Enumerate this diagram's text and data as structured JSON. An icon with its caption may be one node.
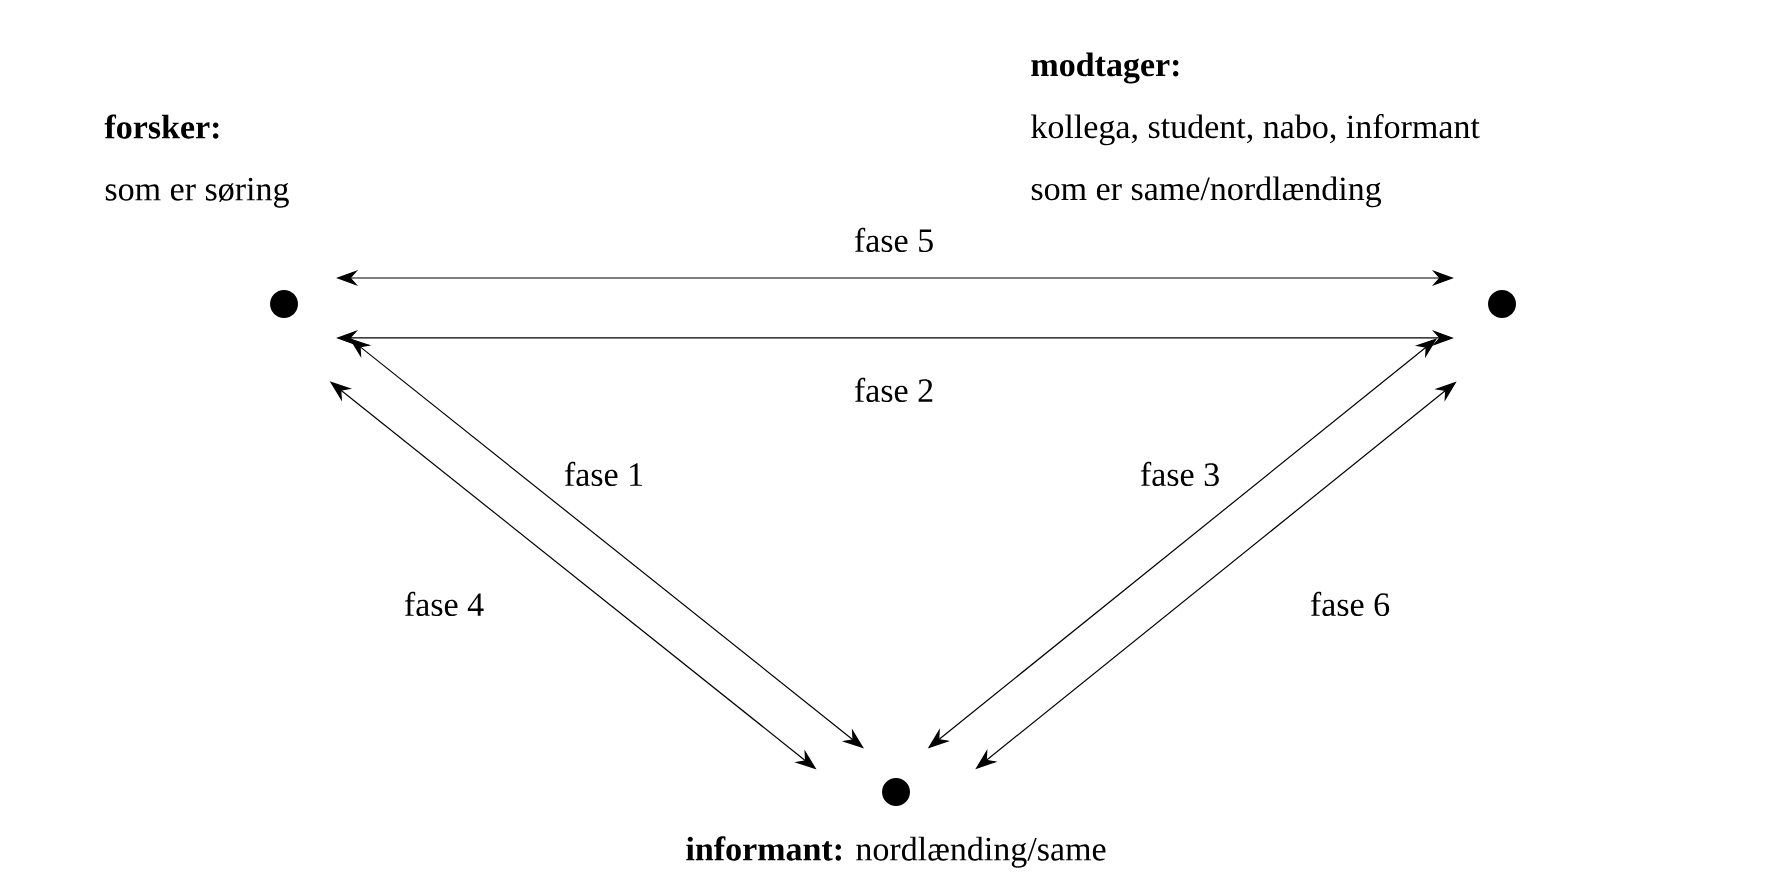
{
  "diagram": {
    "nodes": [
      {
        "text": [],
        "shape": "circle",
        "beside": [
          "forsker:",
          "som er søring"
        ]
      },
      {
        "text": [],
        "shape": "circle",
        "beside": [
          "modtager:",
          "kollega, student, nabo, informant",
          "som er same/nordlænding"
        ]
      },
      {
        "text": [],
        "shape": "circle",
        "beside": [
          "**informant:** nordlænding/same"
        ]
      }
    ],
    "edges": [
      {
        "from": 0,
        "to": 2,
        "arrow": "both",
        "label": "fase 1"
      },
      {
        "from": 0,
        "to": 1,
        "arrow": "both",
        "label": "fase 2"
      },
      {
        "from": 1,
        "to": 2,
        "arrow": "both",
        "label": "fase 3"
      },
      {
        "from": 0,
        "to": 2,
        "arrow": "both",
        "label": "fase 4"
      },
      {
        "from": 0,
        "to": 1,
        "arrow": "both",
        "label": "fase 5"
      },
      {
        "from": 1,
        "to": 2,
        "arrow": "both",
        "label": "fase 6"
      }
    ]
  }
}
